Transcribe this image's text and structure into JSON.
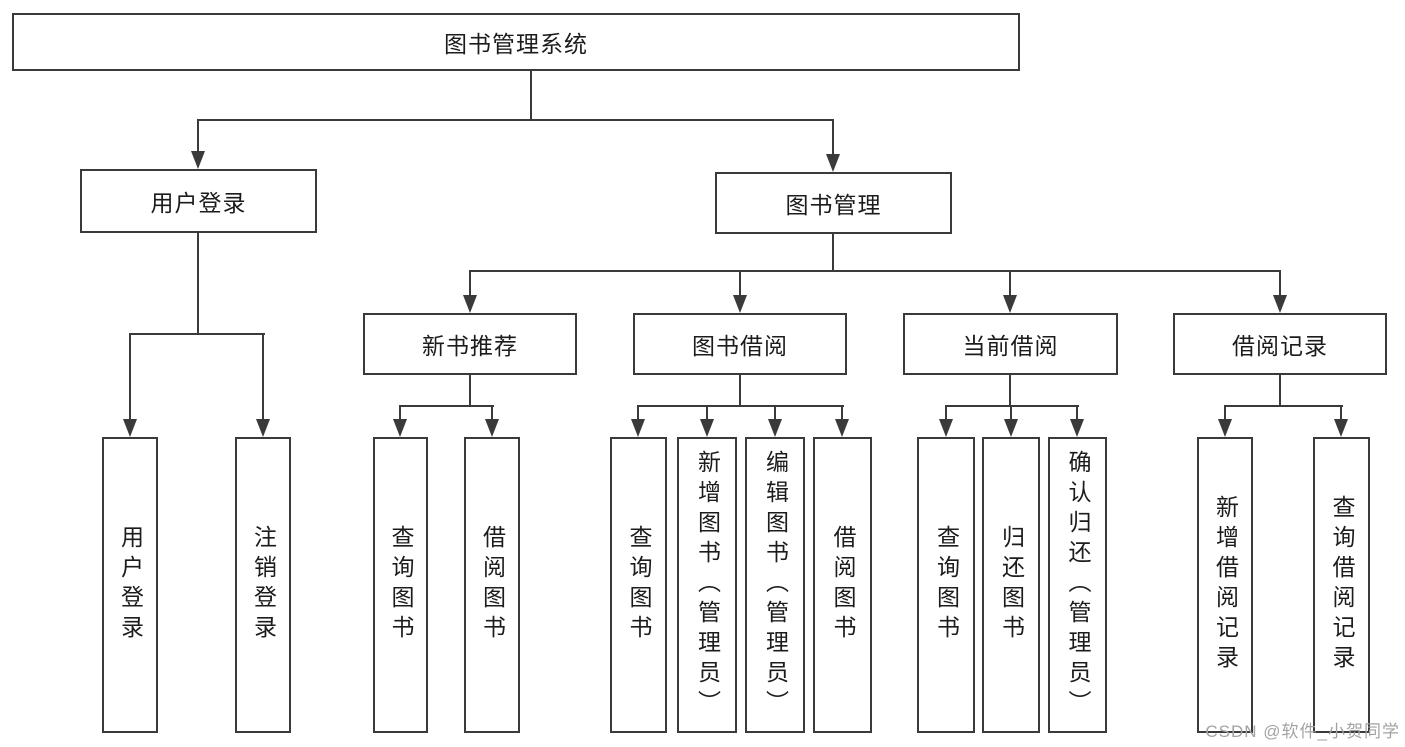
{
  "nodes": {
    "root": {
      "label": "图书管理系统"
    },
    "user_login": {
      "label": "用户登录"
    },
    "book_mgmt": {
      "label": "图书管理"
    },
    "new_book_rec": {
      "label": "新书推荐"
    },
    "book_borrow": {
      "label": "图书借阅"
    },
    "current_borrow": {
      "label": "当前借阅"
    },
    "borrow_record": {
      "label": "借阅记录"
    },
    "leaf_user_login": {
      "label": "用户登录"
    },
    "leaf_logout": {
      "label": "注销登录"
    },
    "leaf_rec_query": {
      "label": "查询图书"
    },
    "leaf_rec_borrow": {
      "label": "借阅图书"
    },
    "leaf_bb_query": {
      "label": "查询图书"
    },
    "leaf_bb_add": {
      "label": "新增图书（管理员）"
    },
    "leaf_bb_edit": {
      "label": "编辑图书（管理员）"
    },
    "leaf_bb_borrow": {
      "label": "借阅图书"
    },
    "leaf_cb_query": {
      "label": "查询图书"
    },
    "leaf_cb_return": {
      "label": "归还图书"
    },
    "leaf_cb_confirm": {
      "label": "确认归还（管理员）"
    },
    "leaf_br_add": {
      "label": "新增借阅记录"
    },
    "leaf_br_query": {
      "label": "查询借阅记录"
    }
  },
  "hierarchy": {
    "图书管理系统": [
      "用户登录",
      "图书管理"
    ],
    "用户登录": [
      "用户登录",
      "注销登录"
    ],
    "图书管理": [
      "新书推荐",
      "图书借阅",
      "当前借阅",
      "借阅记录"
    ],
    "新书推荐": [
      "查询图书",
      "借阅图书"
    ],
    "图书借阅": [
      "查询图书",
      "新增图书（管理员）",
      "编辑图书（管理员）",
      "借阅图书"
    ],
    "当前借阅": [
      "查询图书",
      "归还图书",
      "确认归还（管理员）"
    ],
    "借阅记录": [
      "新增借阅记录",
      "查询借阅记录"
    ]
  },
  "watermark": {
    "text": "CSDN @软件_小贺同学"
  },
  "colors": {
    "line": "#3a3a3a",
    "box_border": "#3a3a3a",
    "box_background": "#ffffff",
    "text": "#1c1c1c",
    "watermark": "#a3a3a3",
    "background": "#ffffff"
  }
}
